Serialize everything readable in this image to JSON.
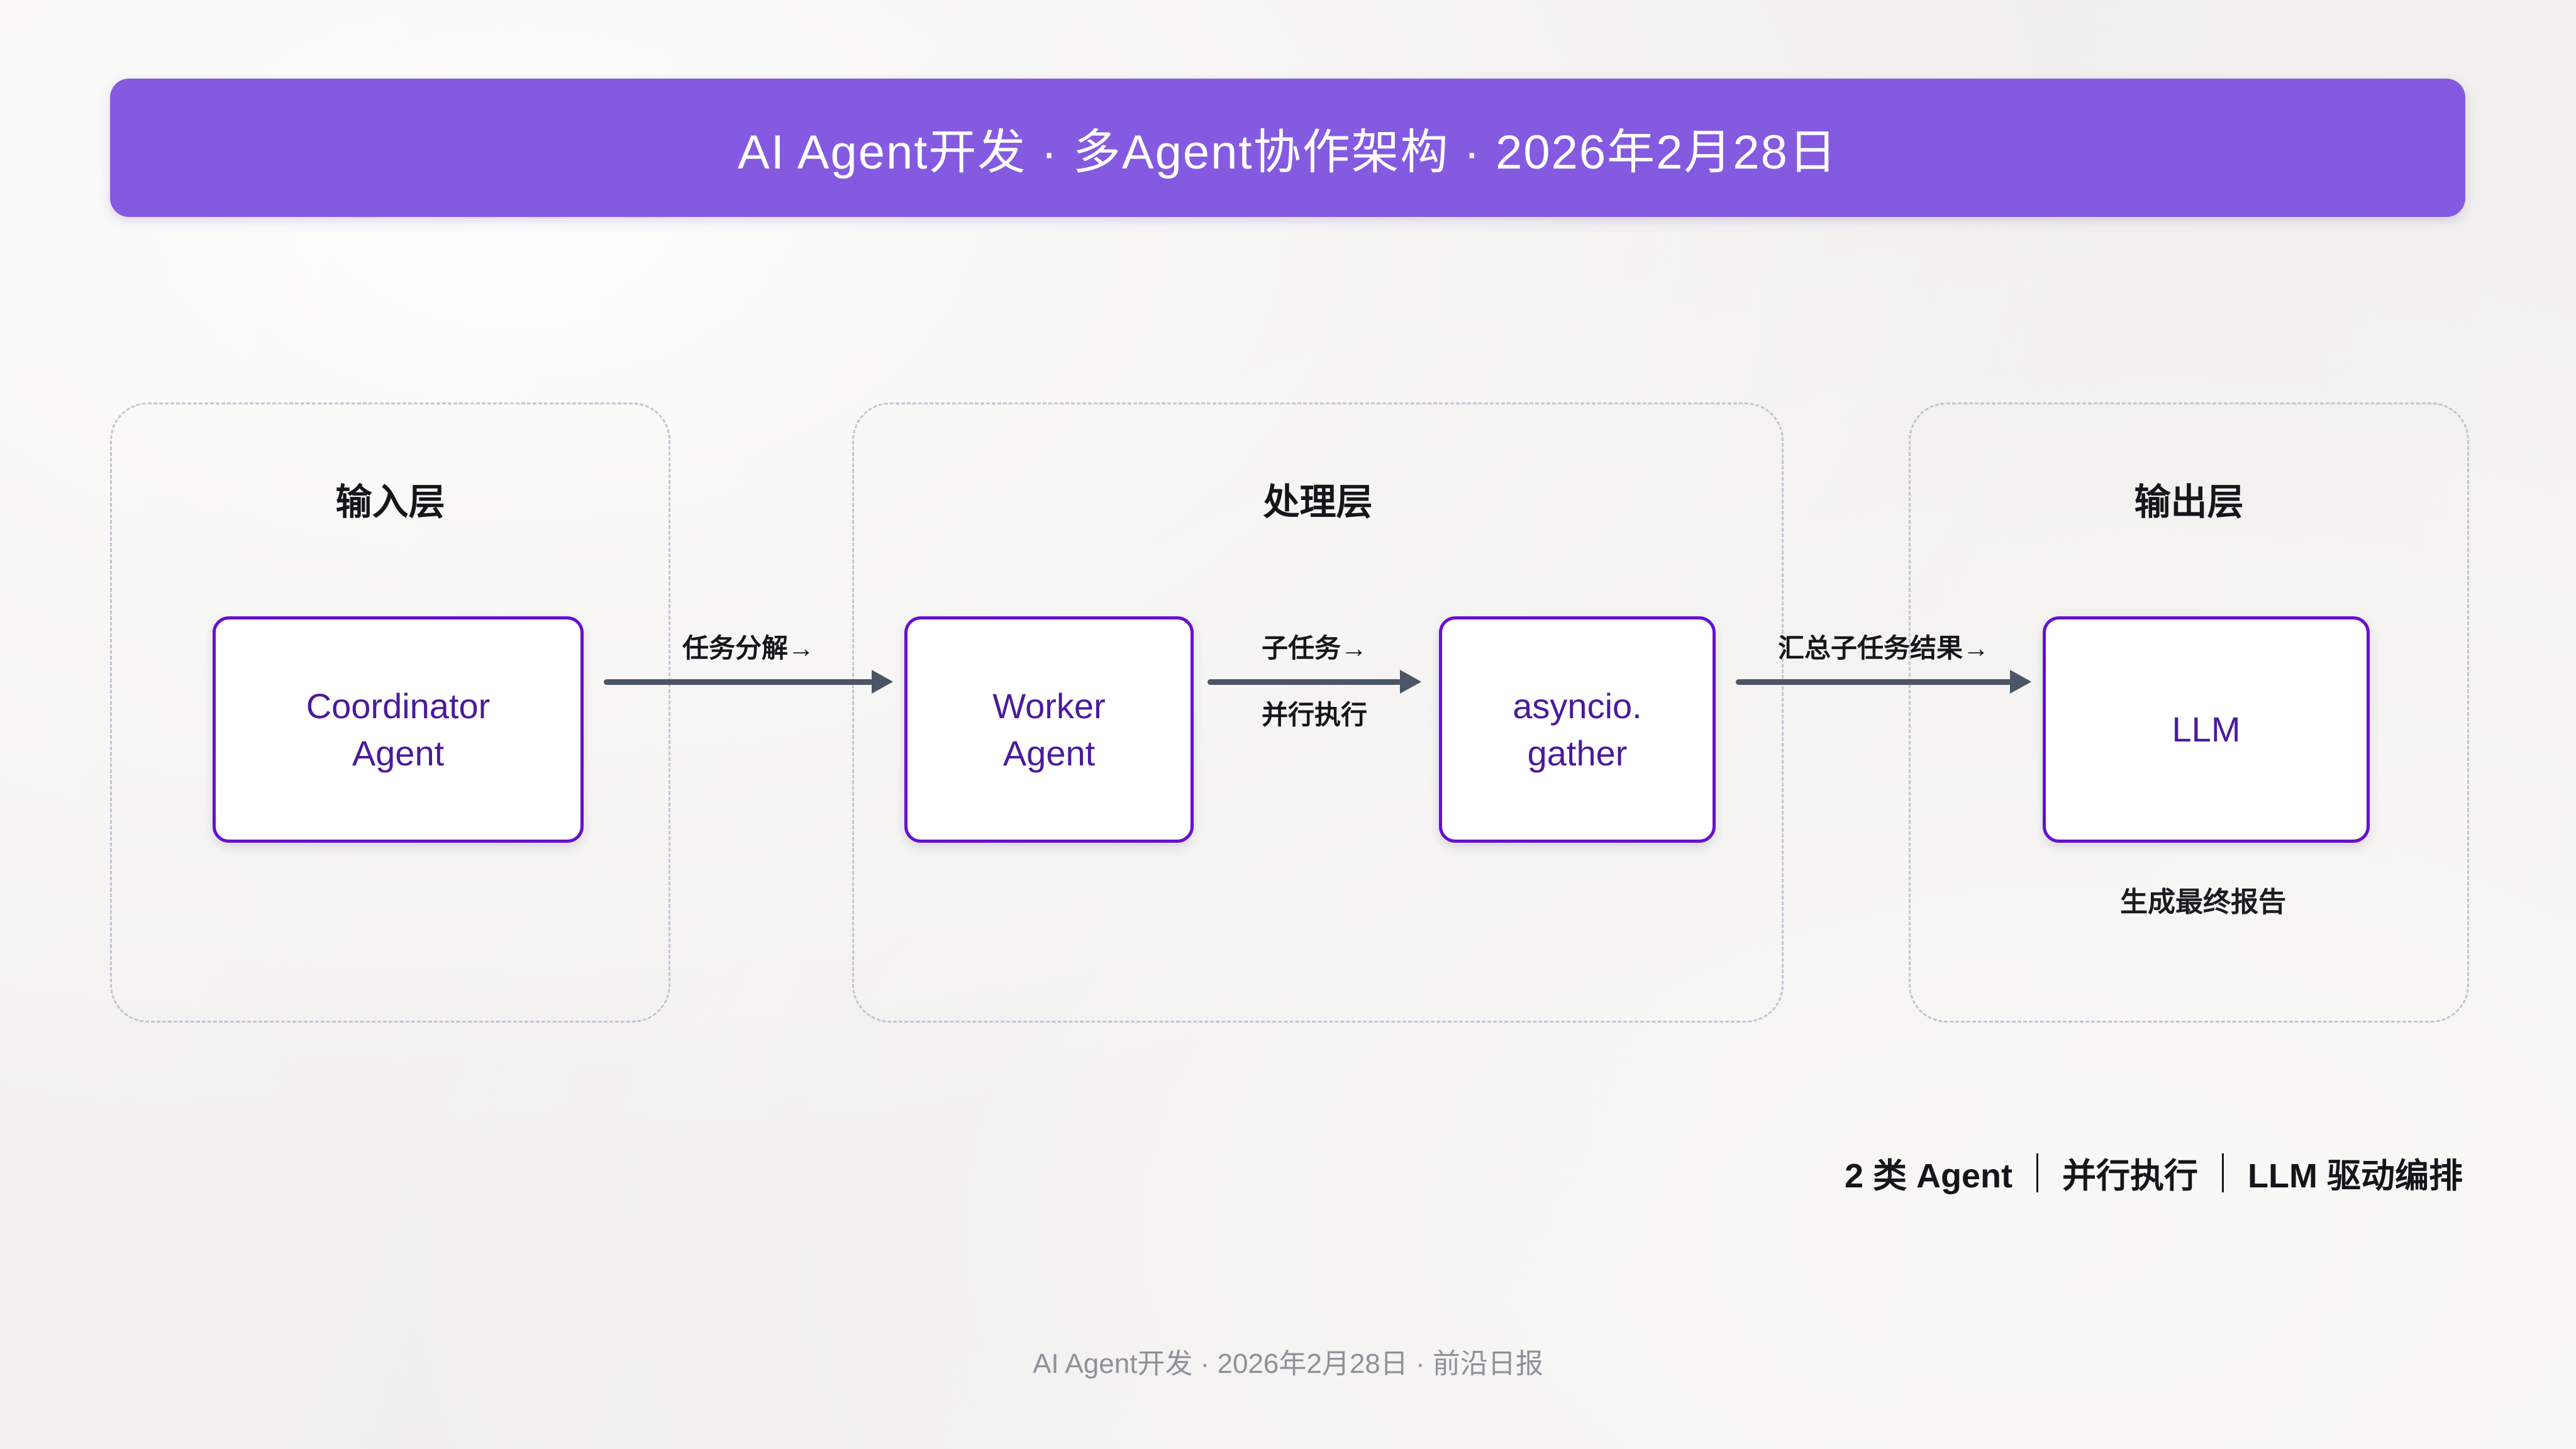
{
  "header": {
    "title": "AI Agent开发 · 多Agent协作架构 · 2026年2月28日"
  },
  "groups": [
    {
      "id": "input",
      "label": "输入层"
    },
    {
      "id": "process",
      "label": "处理层"
    },
    {
      "id": "output",
      "label": "输出层"
    }
  ],
  "nodes": [
    {
      "id": "coordinator",
      "line1": "Coordinator",
      "line2": "Agent",
      "label": "Coordinator Agent"
    },
    {
      "id": "worker",
      "line1": "Worker",
      "line2": "Agent",
      "label": "Worker Agent"
    },
    {
      "id": "gather",
      "line1": "asyncio.",
      "line2": "gather",
      "label": "asyncio.gather"
    },
    {
      "id": "llm",
      "line1": "LLM",
      "line2": "",
      "label": "LLM",
      "caption": "生成最终报告"
    }
  ],
  "arrows": [
    {
      "id": "arrow-1",
      "above": "任务分解→",
      "below": "",
      "from": "Coordinator Agent",
      "to": "Worker Agent"
    },
    {
      "id": "arrow-2",
      "above": "子任务→",
      "below": "并行执行",
      "from": "Worker Agent",
      "to": "asyncio.gather"
    },
    {
      "id": "arrow-3",
      "above": "汇总子任务结果→",
      "below": "",
      "from": "asyncio.gather",
      "to": "LLM"
    }
  ],
  "summary": {
    "item1": "2 类 Agent",
    "item2": "并行执行",
    "item3": "LLM 驱动编排"
  },
  "footer": {
    "text": "AI Agent开发 · 2026年2月28日 · 前沿日报"
  },
  "colors": {
    "background": "#f2f1ef",
    "header_bar": "#845be0",
    "node_border": "#6610d0",
    "node_text": "#4a1a9e",
    "group_border": "#c3c4d4",
    "arrow": "#4b5563",
    "footer_text": "#8f9098"
  }
}
